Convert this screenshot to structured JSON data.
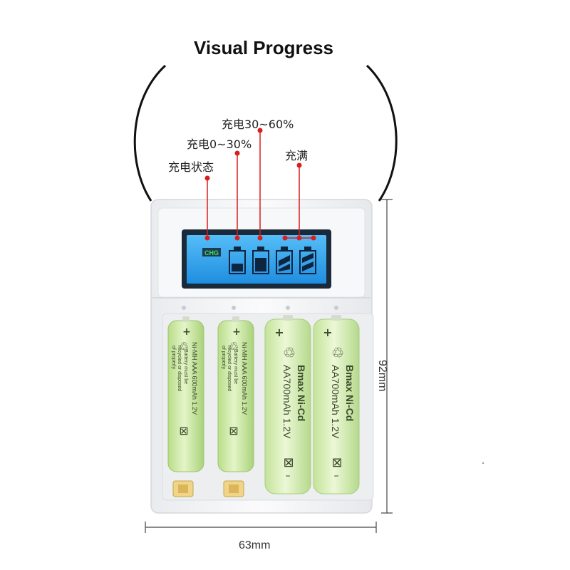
{
  "headline": "Visual Progress",
  "callouts": {
    "status": "充电状态",
    "range1": "充电0~30%",
    "range2": "充电30~60%",
    "full": "充满"
  },
  "lcd": {
    "chg_label": "CHG"
  },
  "dimensions": {
    "width": "63mm",
    "height": "92mm"
  },
  "batteries": [
    {
      "brand": "",
      "chemistry": "Ni-MH",
      "size": "AAA",
      "capacity": "600mAh",
      "voltage": "1.2V",
      "line1": "Ni-MH  AAA  600mAh  1.2V",
      "line2": "Battery must be",
      "line3": "recycled or disposed",
      "line4": "of properly"
    },
    {
      "brand": "",
      "chemistry": "Ni-MH",
      "size": "AAA",
      "capacity": "600mAh",
      "voltage": "1.2V",
      "line1": "Ni-MH  AAA  600mAh  1.2V",
      "line2": "Battery must be",
      "line3": "recycled or disposed",
      "line4": "of properly"
    },
    {
      "brand": "Bmax",
      "chemistry": "Ni-Cd",
      "line1": "Bmax   Ni-Cd",
      "line2": "AA700mAh 1.2V"
    },
    {
      "brand": "Bmax",
      "chemistry": "Ni-Cd",
      "line1": "Bmax   Ni-Cd",
      "line2": "AA700mAh 1.2V"
    }
  ],
  "colors": {
    "charger_body": "#f4f5f7",
    "lcd_background": "#2aa3f0",
    "callout_line": "#d81e1e",
    "battery_green": "#d6efb0",
    "chg_text": "#3ee05a"
  }
}
